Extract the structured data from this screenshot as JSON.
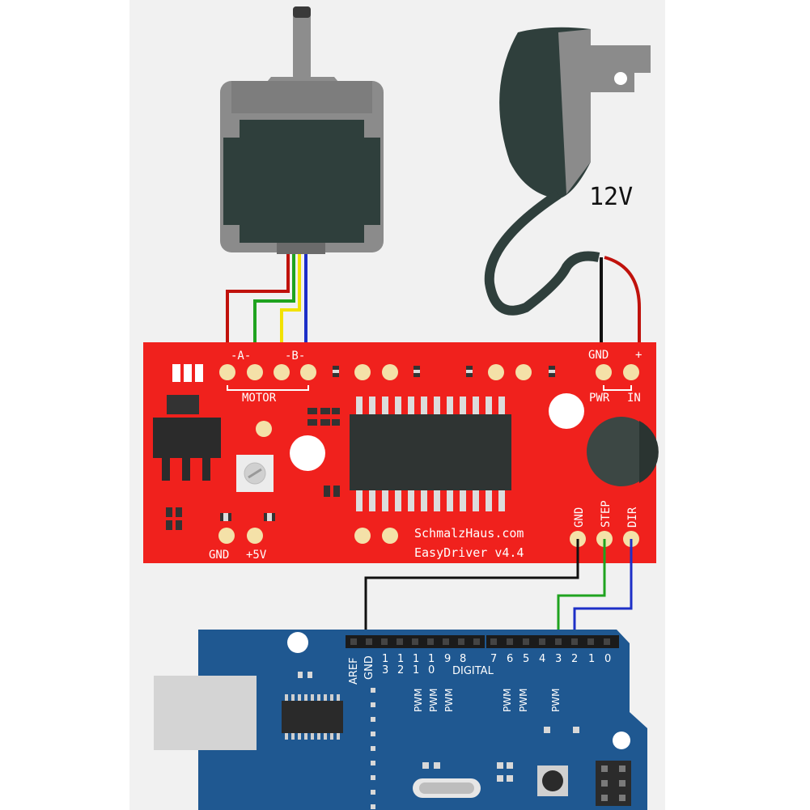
{
  "power": {
    "voltage_label": "12V"
  },
  "driver": {
    "motor_pins_a": "-A-",
    "motor_pins_b": "-B-",
    "motor_label": "MOTOR",
    "pwr_gnd": "GND",
    "pwr_plus": "+",
    "pwr_label": "PWR",
    "pwr_in": "IN",
    "ctrl_gnd": "GND",
    "ctrl_step": "STEP",
    "ctrl_dir": "DIR",
    "bottom_gnd": "GND",
    "bottom_5v": "+5V",
    "maker": "SchmalzHaus.com",
    "model": "EasyDriver v4.4"
  },
  "arduino": {
    "aref": "AREF",
    "gnd": "GND",
    "pin13_a": "1",
    "pin13_b": "3",
    "pin12_a": "1",
    "pin12_b": "2",
    "pin11_a": "1",
    "pin11_b": "1",
    "pin10_a": "1",
    "pin10_b": "0",
    "pin9": "9",
    "pin8": "8",
    "digital": "DIGITAL",
    "pins_low": [
      "7",
      "6",
      "5",
      "4",
      "3",
      "2",
      "1",
      "0"
    ],
    "pwm": "PWM"
  },
  "colors": {
    "board_red": "#f0211d",
    "arduino_blue": "#1f5891",
    "motor_gray": "#8a8a8a",
    "motor_dark": "#2f3f3c",
    "adapter_dark": "#2f3f3c",
    "wire_red": "#c0120c",
    "wire_green": "#1fa31f",
    "wire_yellow": "#f2e200",
    "wire_blue": "#1d2fc7",
    "wire_black": "#111111"
  }
}
